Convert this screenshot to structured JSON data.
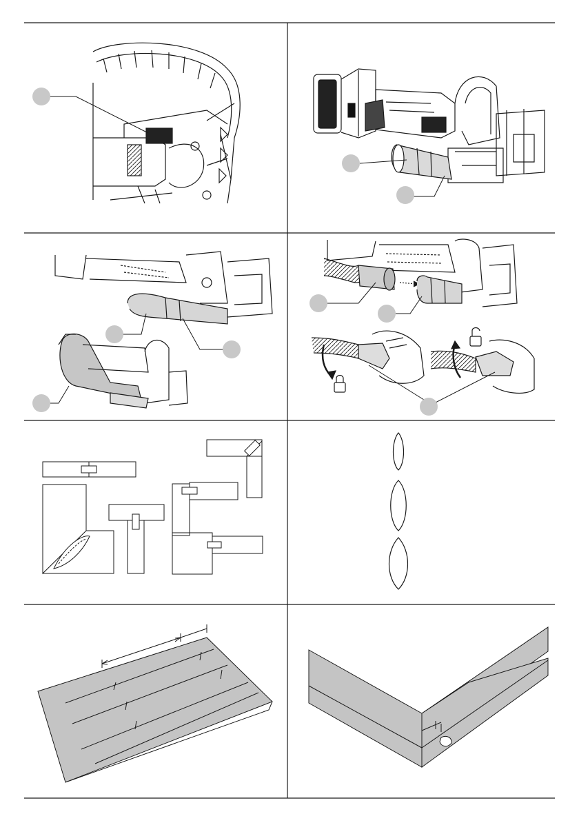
{
  "page": {
    "figures": [
      {
        "id": "fig-a",
        "callouts": [
          ""
        ]
      },
      {
        "id": "fig-b",
        "callouts": [
          "",
          ""
        ]
      },
      {
        "id": "fig-c",
        "callouts": [
          "",
          "",
          ""
        ]
      },
      {
        "id": "fig-d",
        "callouts": [
          "",
          "",
          ""
        ]
      },
      {
        "id": "fig-e",
        "callouts": []
      },
      {
        "id": "fig-f",
        "callouts": []
      },
      {
        "id": "fig-g",
        "callouts": []
      },
      {
        "id": "fig-h",
        "callouts": []
      }
    ],
    "colors": {
      "line": "#1a1a1a",
      "callout_fill": "#c8c8c8",
      "board_fill": "#c4c4c4",
      "paper": "#ffffff"
    }
  }
}
